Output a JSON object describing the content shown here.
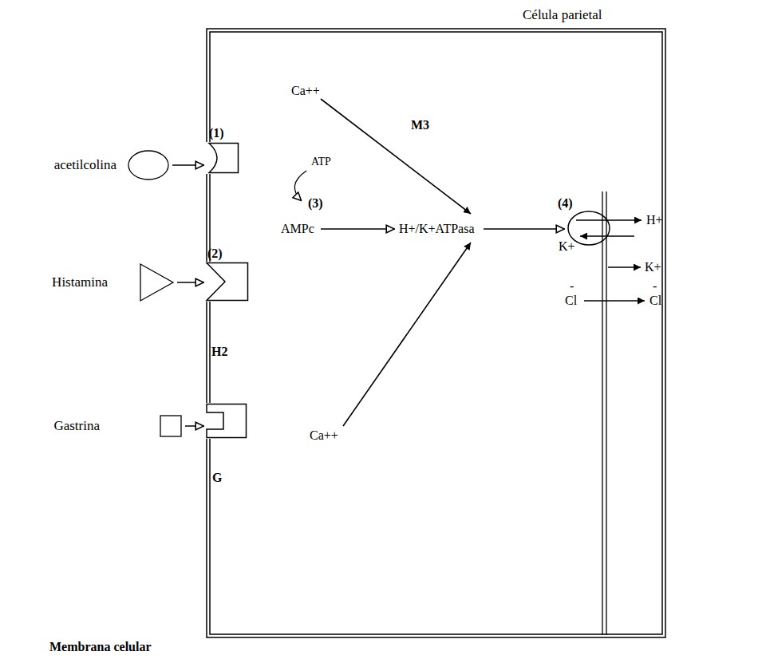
{
  "diagram": {
    "nodes": [
      {
        "text": [
          "Célula parietal"
        ]
      },
      {
        "text": [
          "(1)"
        ],
        "in": 0
      },
      {
        "text": [
          "(2)",
          "H2"
        ],
        "in": 0
      },
      {
        "text": [
          "G"
        ],
        "in": 0
      },
      {
        "text": [
          "(4)"
        ],
        "in": 0
      },
      {
        "text": [
          "acetilcolina"
        ]
      },
      {
        "text": [
          "Histamina"
        ]
      },
      {
        "text": [
          "Gastrina"
        ]
      }
    ],
    "edges": [
      {
        "from": 5,
        "to": 1,
        "arrow": "to"
      },
      {
        "from": 6,
        "to": 2,
        "arrow": "to"
      },
      {
        "from": 7,
        "to": 3,
        "arrow": "to"
      }
    ],
    "labels": [
      "Ca++",
      "M3",
      "ATP",
      "(3)",
      "AMPc",
      "H+/K+ATPasa",
      "H+",
      "K+",
      "K+",
      "-",
      "Cl",
      "-",
      "Cl",
      "Ca++",
      "Membrana celular"
    ]
  }
}
